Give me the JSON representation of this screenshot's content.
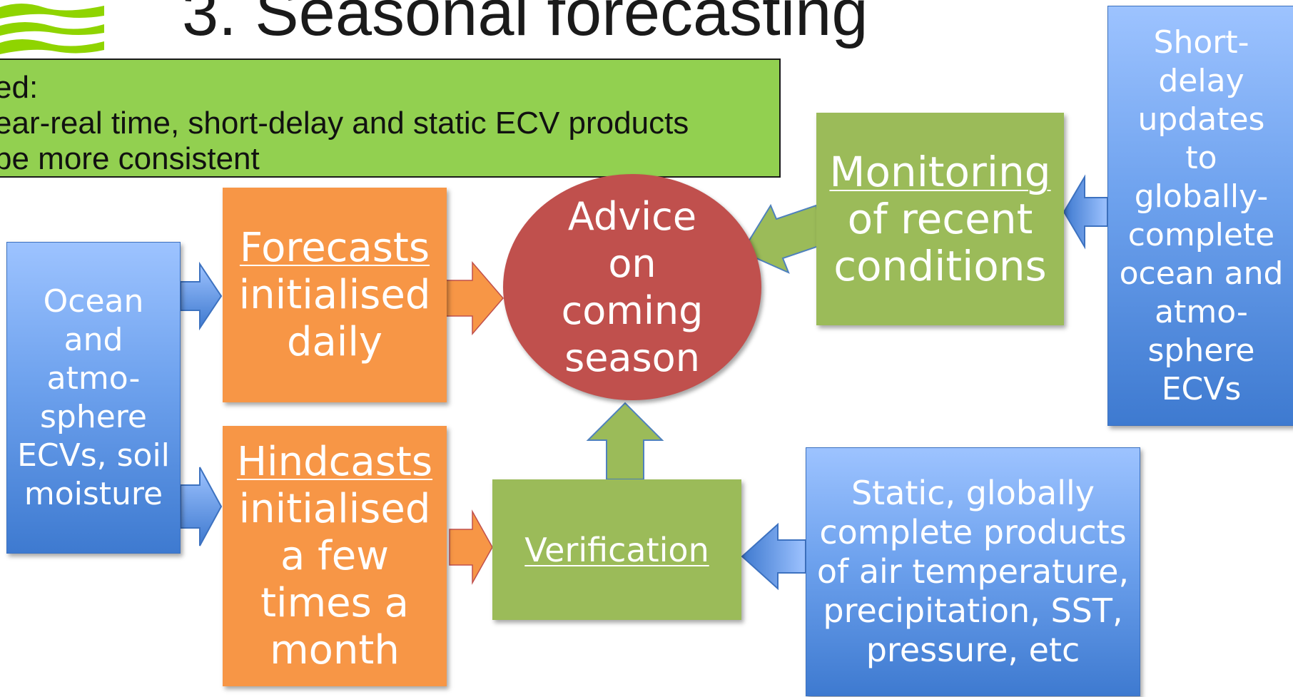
{
  "title": "3. Seasonal forecasting",
  "note": {
    "lines": [
      "ed:",
      "ear-real time, short-delay and static ECV products",
      "be more consistent"
    ]
  },
  "boxes": {
    "ocean": {
      "lines": [
        "Ocean",
        "and",
        "atmo-",
        "sphere",
        "ECVs, soil",
        "moisture"
      ]
    },
    "forecasts": {
      "heading": "Forecasts",
      "lines": [
        "initialised",
        "daily"
      ]
    },
    "hindcasts": {
      "heading": "Hindcasts",
      "lines": [
        "initialised",
        "a few",
        "times a",
        "month"
      ]
    },
    "advice": {
      "lines": [
        "Advice",
        "on",
        "coming",
        "season"
      ]
    },
    "verification": {
      "heading": "Verification"
    },
    "monitoring": {
      "heading": "Monitoring",
      "lines": [
        "of recent",
        "conditions"
      ]
    },
    "static": {
      "lines": [
        "Static, globally",
        "complete products",
        "of air temperature,",
        "precipitation, SST,",
        "pressure, etc"
      ]
    },
    "short_delay": {
      "lines": [
        "Short-",
        "delay",
        "updates",
        "to",
        "globally-",
        "complete",
        "ocean and",
        "atmo-",
        "sphere",
        "ECVs"
      ]
    }
  },
  "colors": {
    "blue_box": "#6ea2ee",
    "orange_box": "#f79646",
    "green_box": "#9bbb59",
    "advice_ellipse": "#c0504d",
    "note_background": "#92d050",
    "logo_stripes": "#8fd400"
  },
  "icons": {
    "logo": "wave-stripes-logo"
  }
}
